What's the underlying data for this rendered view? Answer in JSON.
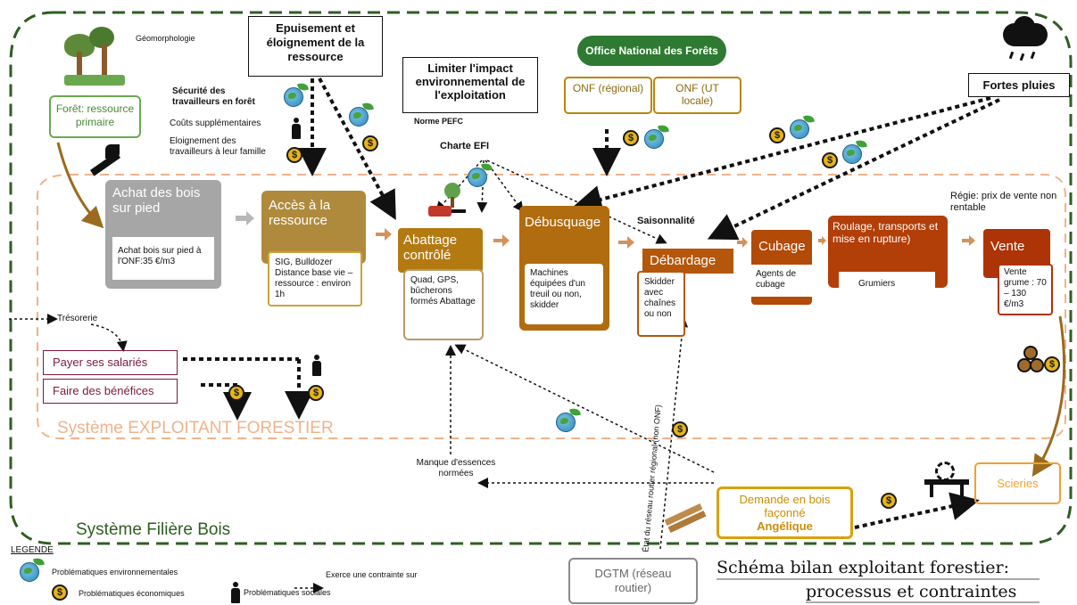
{
  "systems": {
    "filiere": "Système Filière Bois",
    "exploitant": "Système EXPLOITANT FORESTIER"
  },
  "top": {
    "geomorph": "Géomorphologie",
    "foret": "Forêt: ressource primaire",
    "epuisement": "Epuisement et éloignement de la ressource",
    "limiter": "Limiter l'impact environnemental de l'exploitation",
    "onf_logo": "Office National des Forêts",
    "onf_regional": "ONF (régional)",
    "onf_local": "ONF (UT locale)",
    "fortes_pluies": "Fortes pluies",
    "norme": "Norme PEFC",
    "charte": "Charte EFI",
    "securite": "Sécurité des travailleurs en forêt",
    "couts": "Coûts supplémentaires",
    "eloignement": "Eloignement des travailleurs à leur famille",
    "saisonnalite": "Saisonnalité",
    "regie": "Régie: prix de vente non rentable"
  },
  "steps": {
    "achat": {
      "title": "Achat des bois sur pied",
      "detail": "Achat bois sur pied à l'ONF:35 €/m3",
      "color": "#a6a6a6"
    },
    "acces": {
      "title": "Accès à la ressource",
      "detail": "SIG, Bulldozer Distance base vie – ressource : environ 1h",
      "color": "#b08a3c"
    },
    "abattage": {
      "title": "Abattage contrôlé",
      "detail": "Quad, GPS, bûcherons formés Abattage",
      "color": "#b47a12"
    },
    "debusquage": {
      "title": "Débusquage",
      "detail": "Machines équipées d'un treuil ou non, skidder",
      "color": "#b06c0e"
    },
    "debardage": {
      "title": "Débardage",
      "detail": "Skidder avec chaînes ou non",
      "color": "#b4570a"
    },
    "cubage": {
      "title": "Cubage",
      "detail": "Agents de cubage",
      "color": "#b24a08"
    },
    "roulage": {
      "title": "Roulage, transports et mise en rupture)",
      "detail": "Grumiers",
      "color": "#b23e08"
    },
    "vente": {
      "title": "Vente",
      "detail": "Vente grume : 70 – 130 €/m3",
      "color": "#ad3406"
    }
  },
  "left": {
    "tresorerie": "Trésorerie",
    "payer": "Payer ses salariés",
    "benefices": "Faire des bénéfices"
  },
  "bottom": {
    "manque": "Manque d'essences normées",
    "etat": "État du réseau routier régional (non ONF)",
    "demande1": "Demande en bois façonné",
    "demande2": "Angélique",
    "scieries": "Scieries",
    "dgtm": "DGTM (réseau routier)",
    "title1": "Schéma bilan exploitant forestier:",
    "title2": "processus et contraintes"
  },
  "legend": {
    "title": "LEGENDE",
    "env": "Problématiques environnementales",
    "eco": "Problématiques économiques",
    "soc": "Problématiques sociales",
    "arrow": "Exerce une contrainte sur"
  },
  "coin_symbol": "$"
}
